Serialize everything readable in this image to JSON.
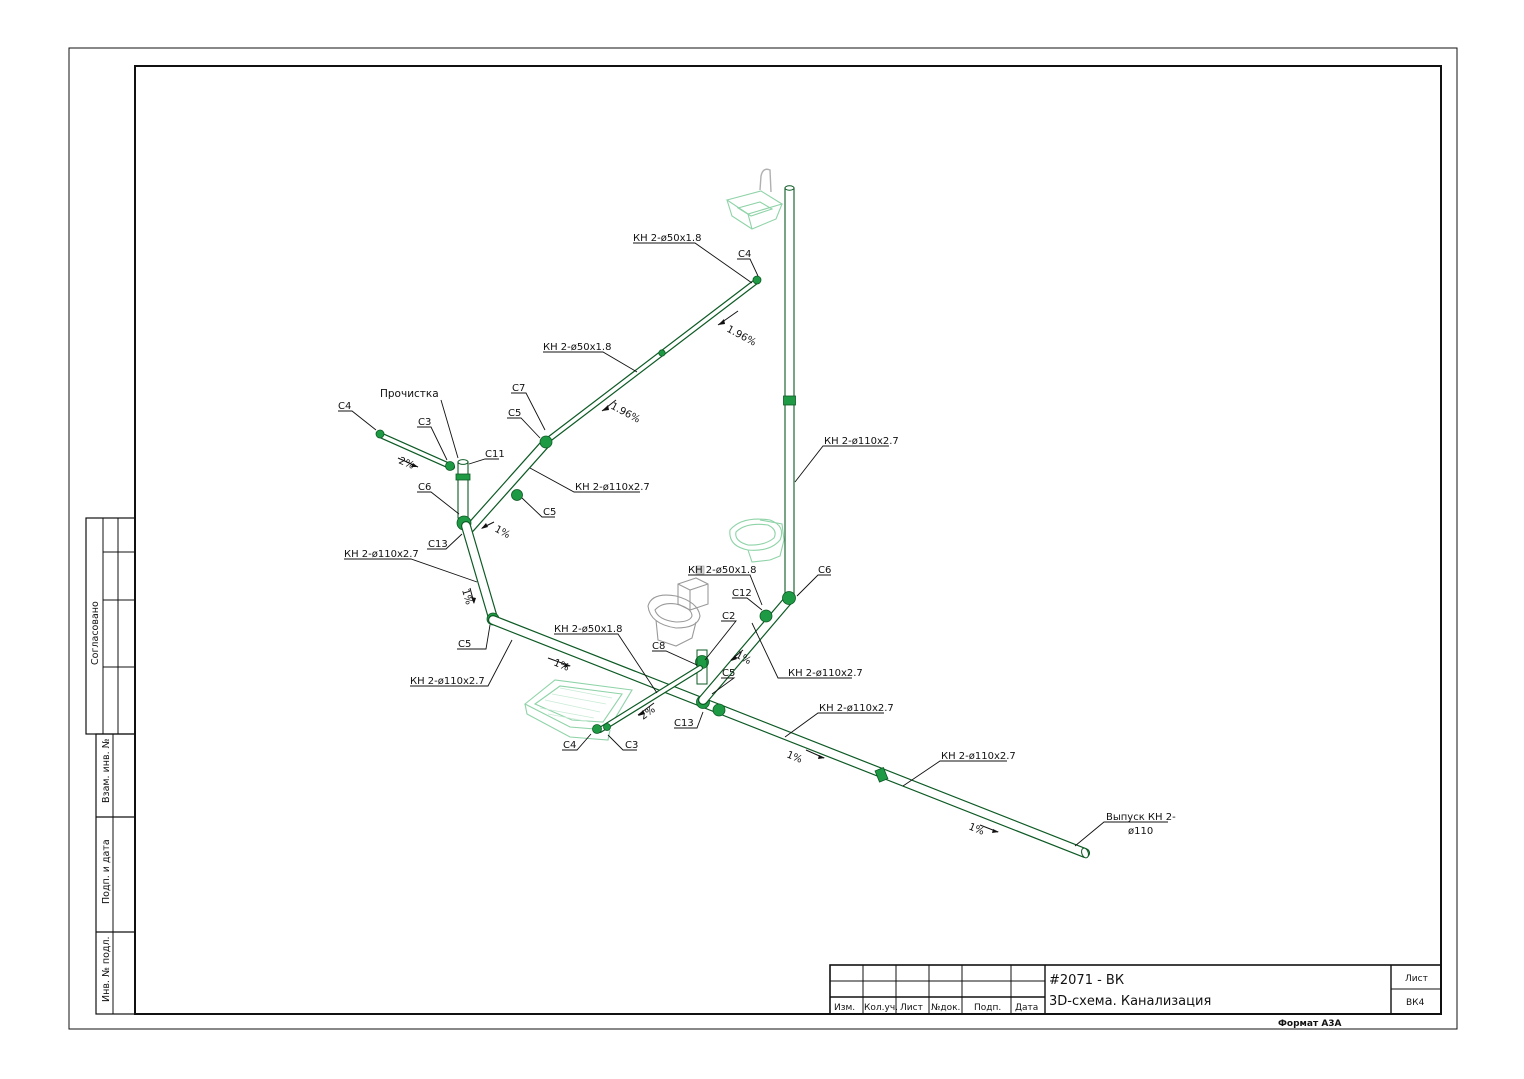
{
  "drawing": {
    "labels": {
      "pipe_50_a": "КН 2-ø50х1.8",
      "pipe_50_b": "КН 2-ø50х1.8",
      "pipe_50_c": "КН 2-ø50х1.8",
      "pipe_50_d": "КН 2-ø50х1.8",
      "pipe_110_riser": "КН 2-ø110х2.7",
      "pipe_110_b": "КН 2-ø110х2.7",
      "pipe_110_c": "КН 2-ø110х2.7",
      "pipe_110_d": "КН 2-ø110х2.7",
      "pipe_110_e": "КН 2-ø110х2.7",
      "pipe_110_f": "КН 2-ø110х2.7",
      "pipe_110_g": "КН 2-ø110х2.7",
      "cleanout": "Прочистка",
      "outlet_line1": "Выпуск КН 2-",
      "outlet_line2": "ø110",
      "c4_top": "С4",
      "c4_left": "С4",
      "c4_bottom": "С4",
      "c3_left": "С3",
      "c3_bottom": "С3",
      "c11": "С11",
      "c7": "С7",
      "c5_a": "С5",
      "c5_b": "С5",
      "c5_c": "С5",
      "c5_d": "С5",
      "c6_left": "С6",
      "c6_right": "С6",
      "c13_a": "С13",
      "c13_b": "С13",
      "c12": "С12",
      "c2": "С2",
      "c8": "С8"
    },
    "slopes": {
      "s196_a": "1.96%",
      "s196_b": "1.96%",
      "s2_a": "2%",
      "s2_b": "2%",
      "s1_a": "1%",
      "s1_b": "1%",
      "s1_c": "1%",
      "s1_d": "1%",
      "s1_e": "1%",
      "s1_f": "1%"
    }
  },
  "sidebar": {
    "agreed": "Согласовано",
    "inv_replace": "Взам. инв. №",
    "sign_date": "Подп. и дата",
    "inv_original": "Инв. № подл."
  },
  "title_block": {
    "headers": [
      "Изм.",
      "Кол.уч.",
      "Лист",
      "№док.",
      "Подп.",
      "Дата"
    ],
    "project": "#2071 - ВК",
    "title": "3D-схема. Канализация",
    "sheet_label": "Лист",
    "sheet_code": "ВК4",
    "format": "Формат А3А"
  },
  "colors": {
    "pipe": "#0c5a24",
    "fitting": "#1f9a44",
    "fixture": "#8fd3a8"
  }
}
